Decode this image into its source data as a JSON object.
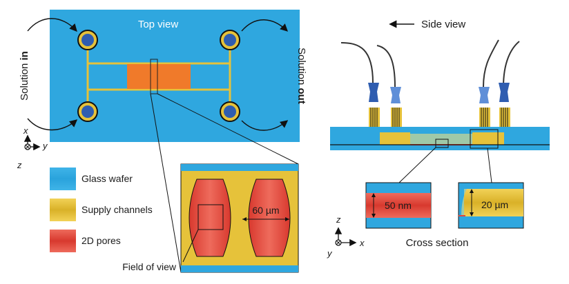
{
  "top_view": {
    "title": "Top view",
    "solution_in_prefix": "Solution ",
    "solution_in_bold": "in",
    "solution_out_prefix": "Solution ",
    "solution_out_bold": "out"
  },
  "axes_top": {
    "x": "x",
    "y": "y",
    "z": "z"
  },
  "legend": {
    "glass": "Glass wafer",
    "supply": "Supply channels",
    "pores": "2D pores"
  },
  "zoom": {
    "pore_width": "60 µm",
    "field_of_view": "Field of view"
  },
  "side_view": {
    "title": "Side view"
  },
  "cross_section": {
    "title": "Cross section",
    "left_dim": "50 nm",
    "right_dim": "20 µm"
  },
  "axes_side": {
    "z": "z",
    "x": "x",
    "y": "y"
  },
  "colors": {
    "glass": "#2fa7df",
    "supply": "#e6c23a",
    "pore": "#e0483b",
    "orange_center": "#f07a2a",
    "connector_blue": "#2f5db0",
    "inlet_dark": "#1f3f8f"
  }
}
